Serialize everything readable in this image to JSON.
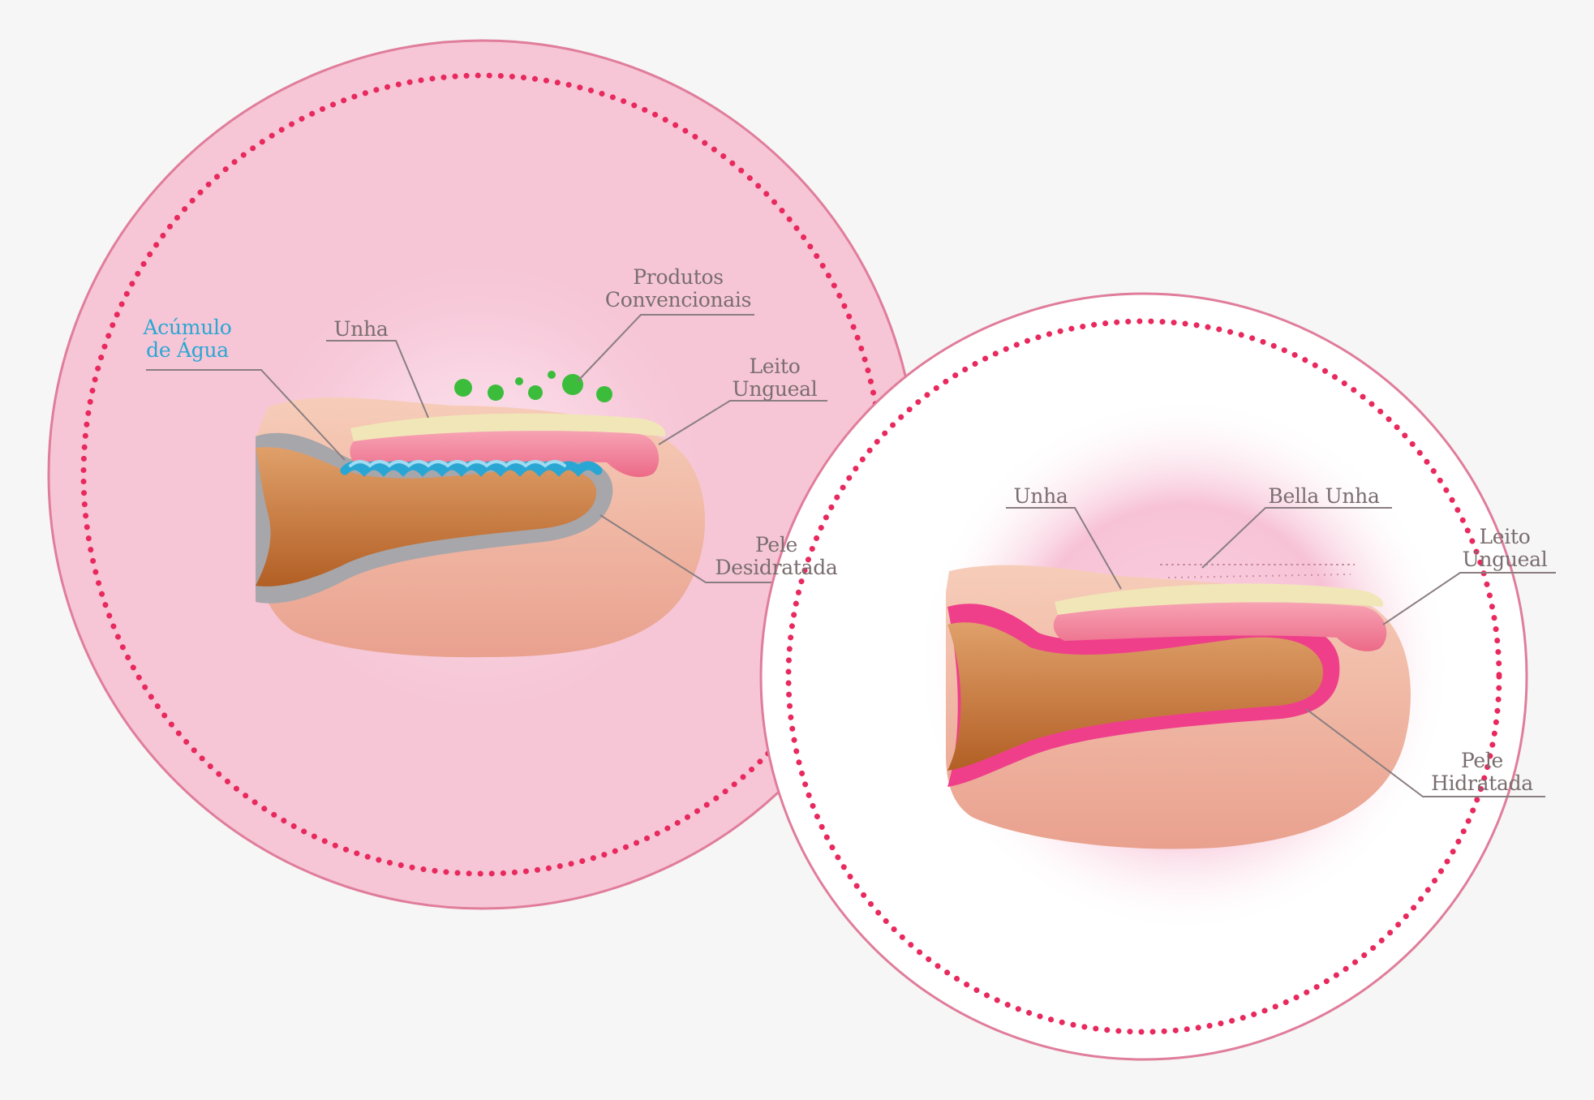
{
  "left_panel": {
    "labels": {
      "water": [
        "Acúmulo",
        "de Água"
      ],
      "nail": "Unha",
      "products": [
        "Produtos",
        "Convencionais"
      ],
      "nail_bed": [
        "Leito",
        "Ungueal"
      ],
      "skin": [
        "Pele",
        "Desidratada"
      ]
    }
  },
  "right_panel": {
    "labels": {
      "nail": "Unha",
      "brand": "Bella Unha",
      "nail_bed": [
        "Leito",
        "Ungueal"
      ],
      "skin": [
        "Pele",
        "Hidratada"
      ]
    }
  },
  "colors": {
    "left_disc": "#f6c6d6",
    "right_disc": "#ffffff",
    "dots": "#e8295e",
    "outline": "#e07d9b",
    "nail_bed": "#f07e97",
    "nail_plate": "#f1e6b8",
    "water": "#2aa6d4",
    "product_dots": "#3bbd3b",
    "finger_flesh": "#f3b9a4",
    "bone": "#c1722f",
    "dry_skin": "#a7a6ab",
    "hydrated_skin": "#ef3f8a",
    "label_text": "#7a6d70"
  }
}
